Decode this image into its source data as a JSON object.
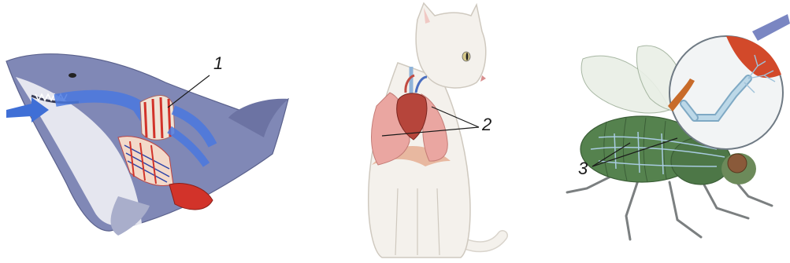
{
  "labels": {
    "gills": "1",
    "lungs": "2",
    "tracheae": "3"
  },
  "colors": {
    "shark_body": "#7f86b6",
    "shark_belly": "#e6e6ee",
    "water_flow": "#3f6fd6",
    "gill_red": "#d2332a",
    "cat_body": "#f4f1ec",
    "lung_pink": "#e9a5a0",
    "heart": "#b6453b",
    "fly_body": "#4f7a48",
    "trachea": "#9fc2d9",
    "leader_line": "#1a1a1a"
  },
  "icons": [
    "shark-illustration",
    "cat-illustration",
    "fly-illustration",
    "magnifier-icon"
  ]
}
